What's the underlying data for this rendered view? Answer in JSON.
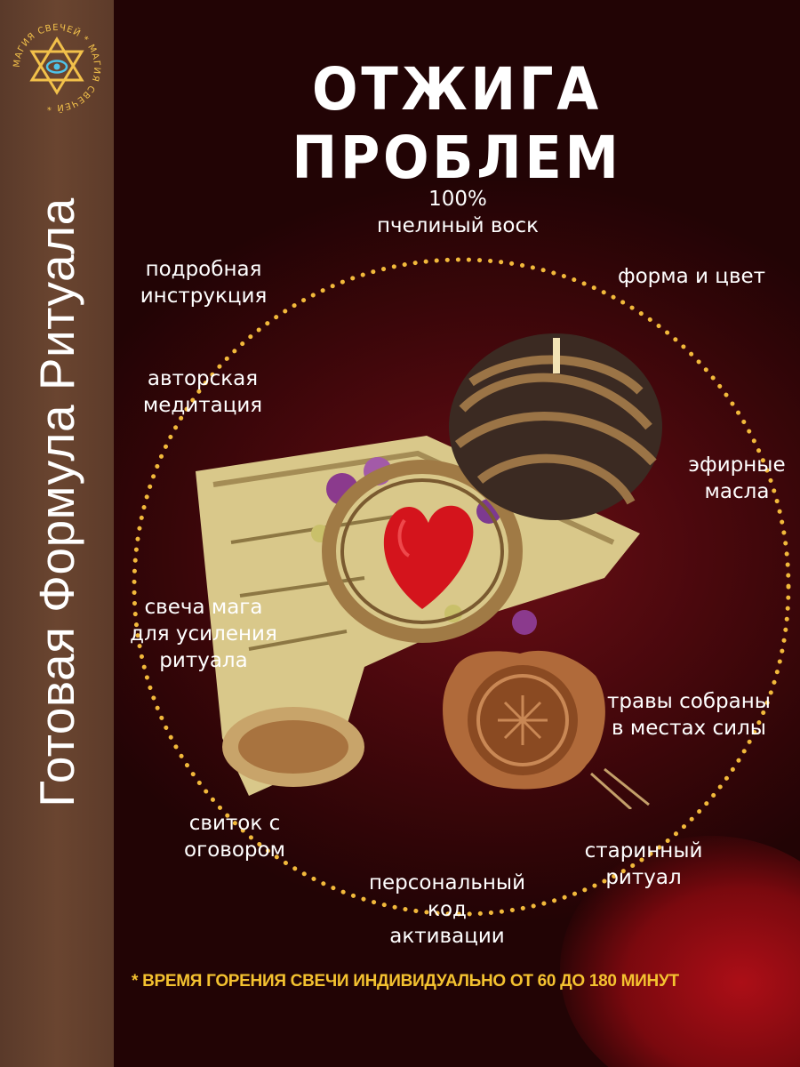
{
  "sidebar": {
    "title": "Готовая Формула Ритуала",
    "logo": {
      "icon": "star-of-david-eye-icon",
      "arc_text": "МАГИЯ СВЕЧЕЙ * МАГИЯ СВЕЧЕЙ *"
    }
  },
  "header": {
    "title": "ОТЖИГА ПРОБЛЕМ"
  },
  "features": {
    "beeswax": [
      "100%",
      "пчелиный воск"
    ],
    "form_color": [
      "форма и  цвет"
    ],
    "instruction": [
      "подробная",
      "инструкция"
    ],
    "meditation": [
      "авторская",
      "медитация"
    ],
    "oils": [
      "эфирные",
      "масла"
    ],
    "mage_candle": [
      "свеча мага",
      "для усиления",
      "ритуала"
    ],
    "herbs": [
      "травы собраны",
      "в местах силы"
    ],
    "scroll": [
      "свиток с",
      "оговором"
    ],
    "ancient_ritual": [
      "старинный",
      "ритуал"
    ],
    "activation_code": [
      "персональный",
      "код",
      "активации"
    ]
  },
  "footnote": "* ВРЕМЯ ГОРЕНИЯ СВЕЧИ ИНДИВИДУАЛЬНО  ОТ 60 ДО 180  МИНУТ",
  "colors": {
    "background": "#4a080d",
    "sidebar": "#6a4530",
    "dots": "#f2b93b",
    "footnote": "#f4c230",
    "text": "#ffffff"
  }
}
